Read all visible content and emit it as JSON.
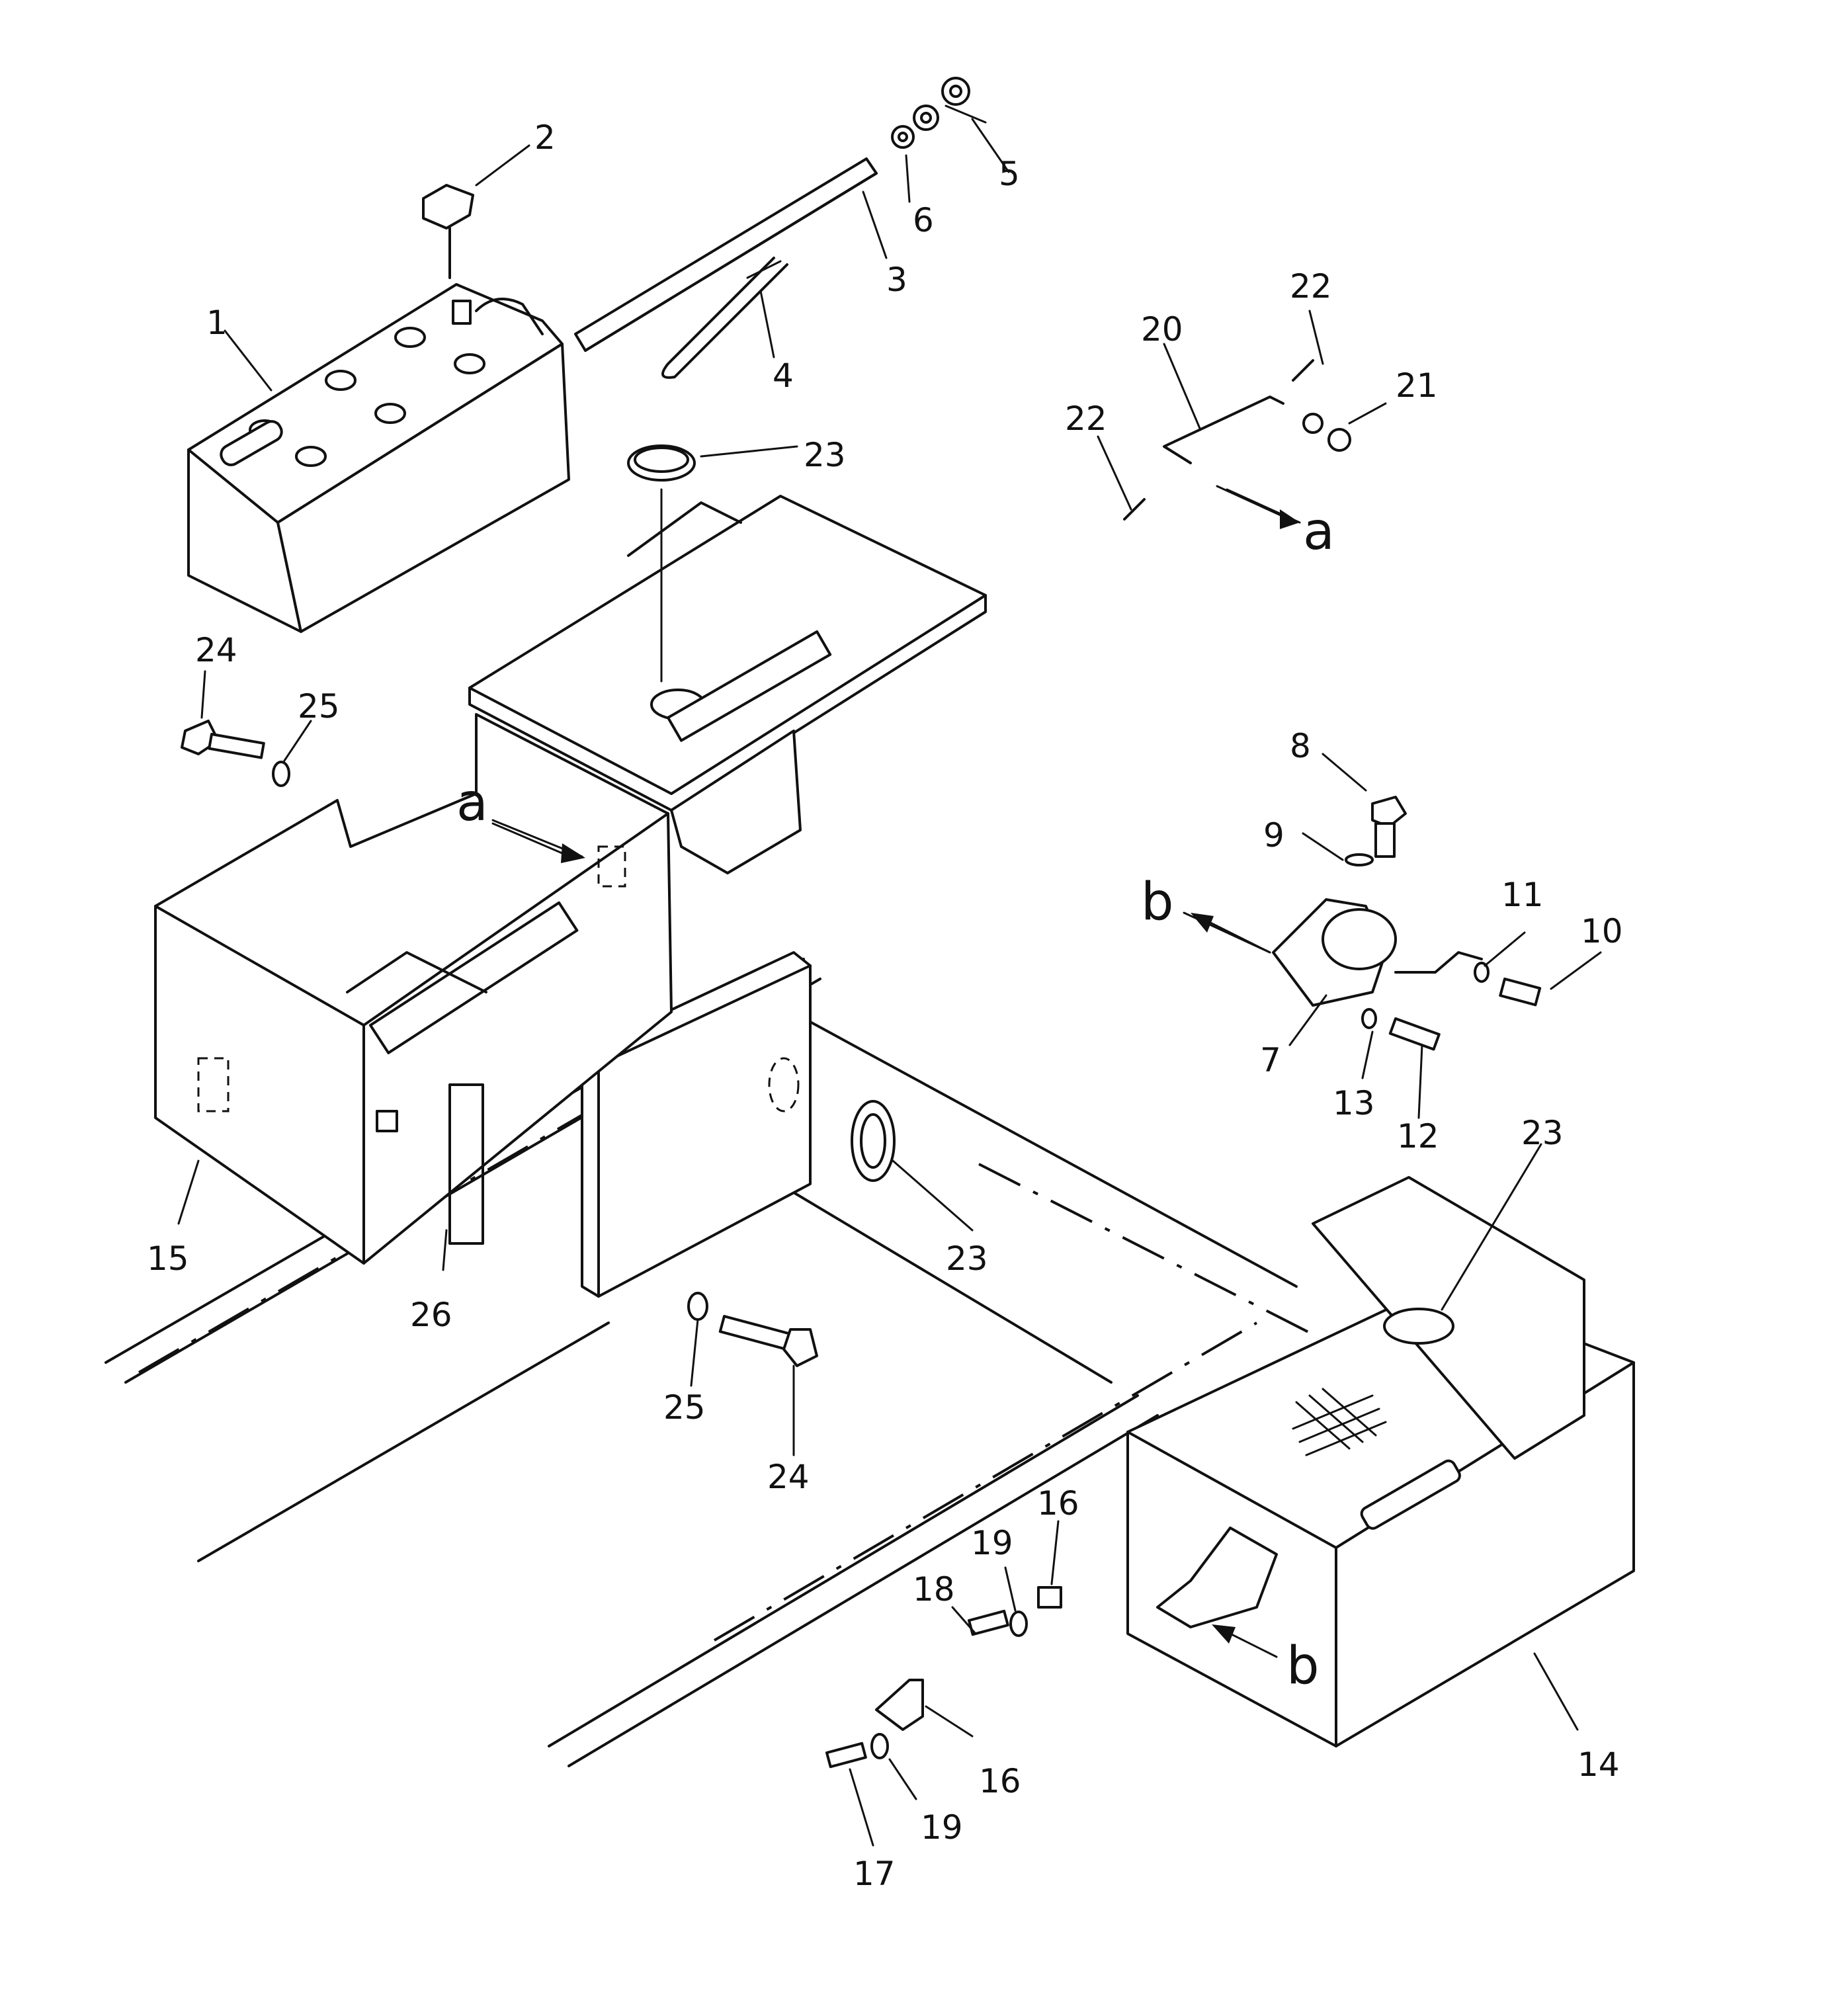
{
  "diagram": {
    "callouts": {
      "c1": "1",
      "c2": "2",
      "c3": "3",
      "c4": "4",
      "c5": "5",
      "c6": "6",
      "c7": "7",
      "c8": "8",
      "c9": "9",
      "c10": "10",
      "c11": "11",
      "c12": "12",
      "c13": "13",
      "c14": "14",
      "c15": "15",
      "c16a": "16",
      "c16b": "16",
      "c17": "17",
      "c18": "18",
      "c19a": "19",
      "c19b": "19",
      "c20": "20",
      "c21": "21",
      "c22a": "22",
      "c22b": "22",
      "c23a": "23",
      "c23b": "23",
      "c23c": "23",
      "c24a": "24",
      "c24b": "24",
      "c25a": "25",
      "c25b": "25",
      "c26": "26"
    },
    "views": {
      "a_top": "a",
      "a_mid": "a",
      "b_left": "b",
      "b_bottom": "b"
    }
  }
}
